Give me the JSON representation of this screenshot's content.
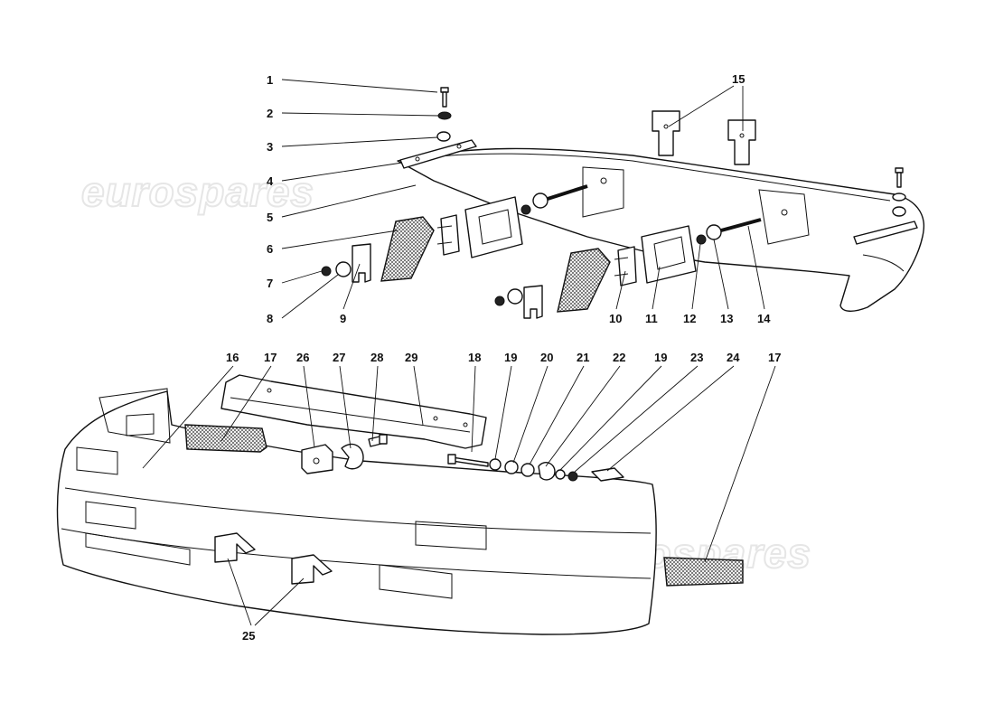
{
  "watermark": {
    "text": "eurospares",
    "color": "#e6e6e6"
  },
  "callouts": [
    "1",
    "2",
    "3",
    "4",
    "5",
    "6",
    "7",
    "8",
    "9",
    "10",
    "11",
    "12",
    "13",
    "14",
    "15",
    "16",
    "17",
    "18",
    "19",
    "20",
    "21",
    "22",
    "19",
    "23",
    "24",
    "17",
    "25",
    "26",
    "27",
    "28",
    "29"
  ]
}
